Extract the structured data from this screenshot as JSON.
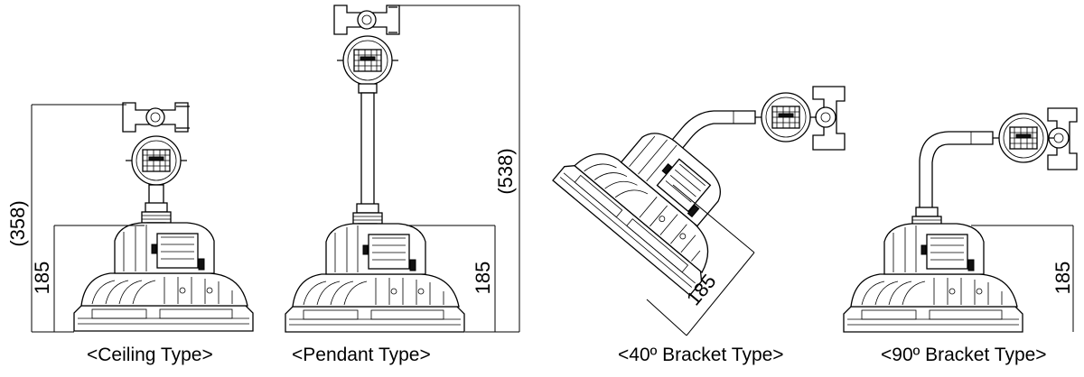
{
  "captions": {
    "ceiling": "<Ceiling Type>",
    "pendant": "<Pendant Type>",
    "bracket40": "<40º Bracket Type>",
    "bracket90": "<90º Bracket Type>"
  },
  "dimensions": {
    "ceiling_total": "(358)",
    "ceiling_body": "185",
    "pendant_total": "(538)",
    "pendant_body": "185",
    "bracket40_body": "185",
    "bracket90_body": "185"
  },
  "colors": {
    "line": "#000000",
    "background": "#ffffff"
  }
}
